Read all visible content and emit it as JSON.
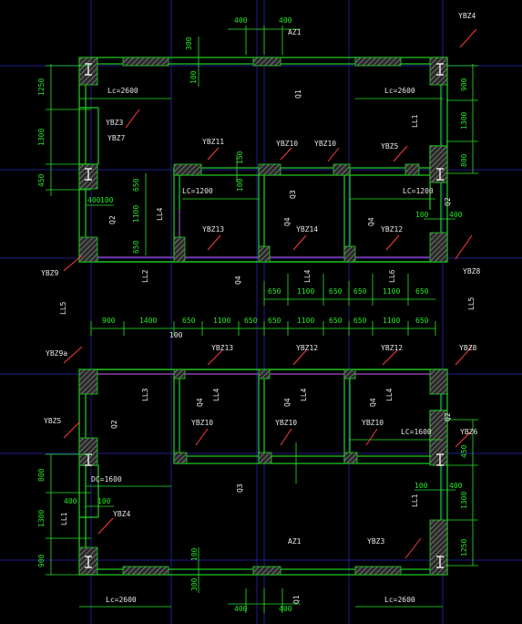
{
  "colors": {
    "background": "#000000",
    "wall": "#1fd21f",
    "dimension": "#26e626",
    "label": "#e6e6e6",
    "leader": "#ff3b3b",
    "grid": "#1e1e8c",
    "hatch": "#9a9a9a",
    "link_beam": "#9933cc"
  },
  "labels": {
    "top_dim_left": "400",
    "top_dim_right": "400",
    "bottom_dim_left": "400",
    "bottom_dim_right": "400",
    "az1_top": "AZ1",
    "az1_bottom": "AZ1",
    "ybz4_top": "YBZ4",
    "ybz4_bottom": "YBZ4",
    "ybz3_top": "YBZ3",
    "ybz3_bottom": "YBZ3",
    "ybz7": "YBZ7",
    "ybz11": "YBZ11",
    "ybz10_a": "YBZ10",
    "ybz10_b": "YBZ10",
    "ybz5_top": "YBZ5",
    "ybz5_bottom": "YBZ5",
    "ybz13": "YBZ13",
    "ybz14": "YBZ14",
    "ybz12_top": "YBZ12",
    "ybz9": "YBZ9",
    "ybz9a": "YBZ9a",
    "ybz8_top": "YBZ8",
    "ybz8_bottom": "YBZ8",
    "ybz13_mid": "YBZ13",
    "ybz12_mid_a": "YBZ12",
    "ybz12_mid_b": "YBZ12",
    "ybz10_low_a": "YBZ10",
    "ybz10_low_b": "YBZ10",
    "ybz10_low_c": "YBZ10",
    "ybz6": "YBZ6",
    "lc_top_left": "Lc=2600",
    "lc_top_right": "Lc=2600",
    "lc_mid_left": "LC=1200",
    "lc_mid_right": "LC=1200",
    "lc_low_right": "LC=1600",
    "lc_low_left": "DC=1600",
    "lc_bottom_left": "Lc=2600",
    "lc_bottom_right": "Lc=2600",
    "left_dims_top": [
      "1250",
      "1300",
      "450"
    ],
    "right_dims_top": [
      "900",
      "1300",
      "800"
    ],
    "left_dims_bottom": [
      "800",
      "1300",
      "900"
    ],
    "right_dims_bottom": [
      "450",
      "1300",
      "1250"
    ],
    "small_300_top": "300",
    "small_100_top": "100",
    "small_300_bottom": "300",
    "small_100_bottom": "100",
    "small_150": "150",
    "small_100": "100",
    "small_650_a": "650",
    "small_1100": "1100",
    "small_650_b": "650",
    "row_dims_top": [
      "650",
      "1100",
      "650",
      "650",
      "1100",
      "650"
    ],
    "row_dims_mid": [
      "900",
      "1400",
      "650",
      "1100",
      "650",
      "650",
      "1100",
      "650",
      "650",
      "1100",
      "650"
    ],
    "row_mid_100": "100",
    "left_400": "400",
    "left_100": "100",
    "right_100": "100",
    "right_400": "400",
    "left_400_b": "400",
    "left_100_b": "100",
    "right_100_b": "100",
    "right_400_b": "400",
    "beam_q1_top": "Q1",
    "beam_q1_bottom": "Q1",
    "beam_q2_left": "Q2",
    "beam_q2_right": "Q2",
    "beam_q3_top": "Q3",
    "beam_q3_bottom": "Q3",
    "beam_q4": "Q4",
    "beam_q4_b": "Q4",
    "beam_q4_c": "Q4",
    "beam_q4_d": "Q4",
    "beam_q4_e": "Q4",
    "beam_q4_f": "Q4",
    "beam_q2_low": "Q2",
    "beam_q2_low_r": "Q2",
    "ll1_top": "LL1",
    "ll1_bottom": "LL1",
    "ll1_left_bottom": "LL1",
    "ll2": "LL2",
    "ll3": "LL3",
    "ll4_a": "LL4",
    "ll4_b": "LL4",
    "ll4_c": "LL4",
    "ll4_d": "LL4",
    "ll4_e": "LL4",
    "ll5_left": "LL5",
    "ll5_right": "LL5",
    "ll6": "LL6"
  }
}
